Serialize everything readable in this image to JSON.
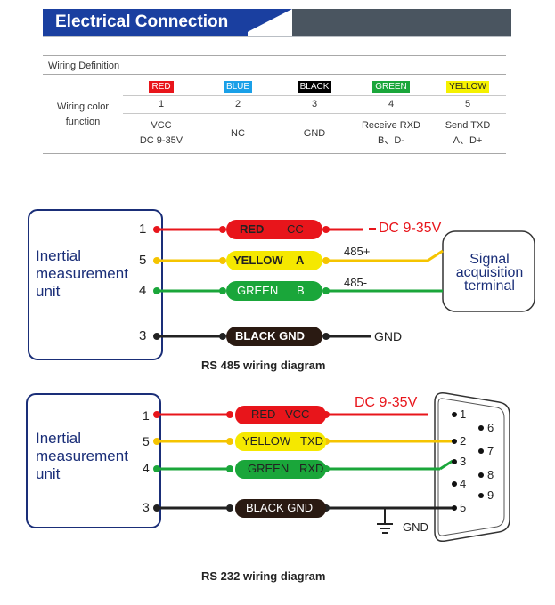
{
  "header": {
    "title": "Electrical Connection"
  },
  "table": {
    "title": "Wiring Definition",
    "row_label": "Wiring color function",
    "columns": [
      {
        "color_name": "RED",
        "color": "#e8151b",
        "text_color": "#ffffff",
        "index": "1",
        "function_line1": "VCC",
        "function_line2": "DC 9-35V"
      },
      {
        "color_name": "BLUE",
        "color": "#1aa0e8",
        "text_color": "#ffffff",
        "index": "2",
        "function_line1": "NC",
        "function_line2": ""
      },
      {
        "color_name": "BLACK",
        "color": "#000000",
        "text_color": "#ffffff",
        "index": "3",
        "function_line1": "GND",
        "function_line2": ""
      },
      {
        "color_name": "GREEN",
        "color": "#1aa63a",
        "text_color": "#ffffff",
        "index": "4",
        "function_line1": "Receive RXD",
        "function_line2": "B、D-"
      },
      {
        "color_name": "YELLOW",
        "color": "#f5f100",
        "text_color": "#222222",
        "index": "5",
        "function_line1": "Send TXD",
        "function_line2": "A、D+"
      }
    ]
  },
  "rs485": {
    "device_label_1": "Inertial",
    "device_label_2": "measurement",
    "device_label_3": "unit",
    "pins": [
      "1",
      "5",
      "4",
      "3"
    ],
    "wires": [
      {
        "label_a": "RED",
        "label_b": "CC",
        "color": "#e8151b",
        "text_color": "#222222"
      },
      {
        "label_a": "YELLOW",
        "label_b": "A",
        "color": "#f5c400",
        "text_color": "#222222"
      },
      {
        "label_a": "GREEN",
        "label_b": "B",
        "color": "#1aa63a",
        "text_color": "#ffffff"
      },
      {
        "label_a": "BLACK GND",
        "label_b": "",
        "color": "#222222",
        "text_color": "#ffffff"
      }
    ],
    "power_label": "DC 9-35V",
    "a_label": "485+",
    "b_label": "485-",
    "gnd_label": "GND",
    "terminal_1": "Signal",
    "terminal_2": "acquisition",
    "terminal_3": "terminal",
    "caption": "RS 485 wiring diagram"
  },
  "rs232": {
    "device_label_1": "Inertial",
    "device_label_2": "measurement",
    "device_label_3": "unit",
    "pins": [
      "1",
      "5",
      "4",
      "3"
    ],
    "wires": [
      {
        "label_a": "RED",
        "label_b": "VCC",
        "color": "#e8151b",
        "text_color": "#222222"
      },
      {
        "label_a": "YELLOW",
        "label_b": "TXD",
        "color": "#f5c400",
        "text_color": "#222222"
      },
      {
        "label_a": "GREEN",
        "label_b": "RXD",
        "color": "#1aa63a",
        "text_color": "#222222"
      },
      {
        "label_a": "BLACK GND",
        "label_b": "",
        "color": "#222222",
        "text_color": "#ffffff"
      }
    ],
    "power_label": "DC 9-35V",
    "gnd_label": "GND",
    "db9_pins_left": [
      "1",
      "2",
      "3",
      "4",
      "5"
    ],
    "db9_pins_right": [
      "6",
      "7",
      "8",
      "9"
    ],
    "caption": "RS 232 wiring diagram"
  }
}
